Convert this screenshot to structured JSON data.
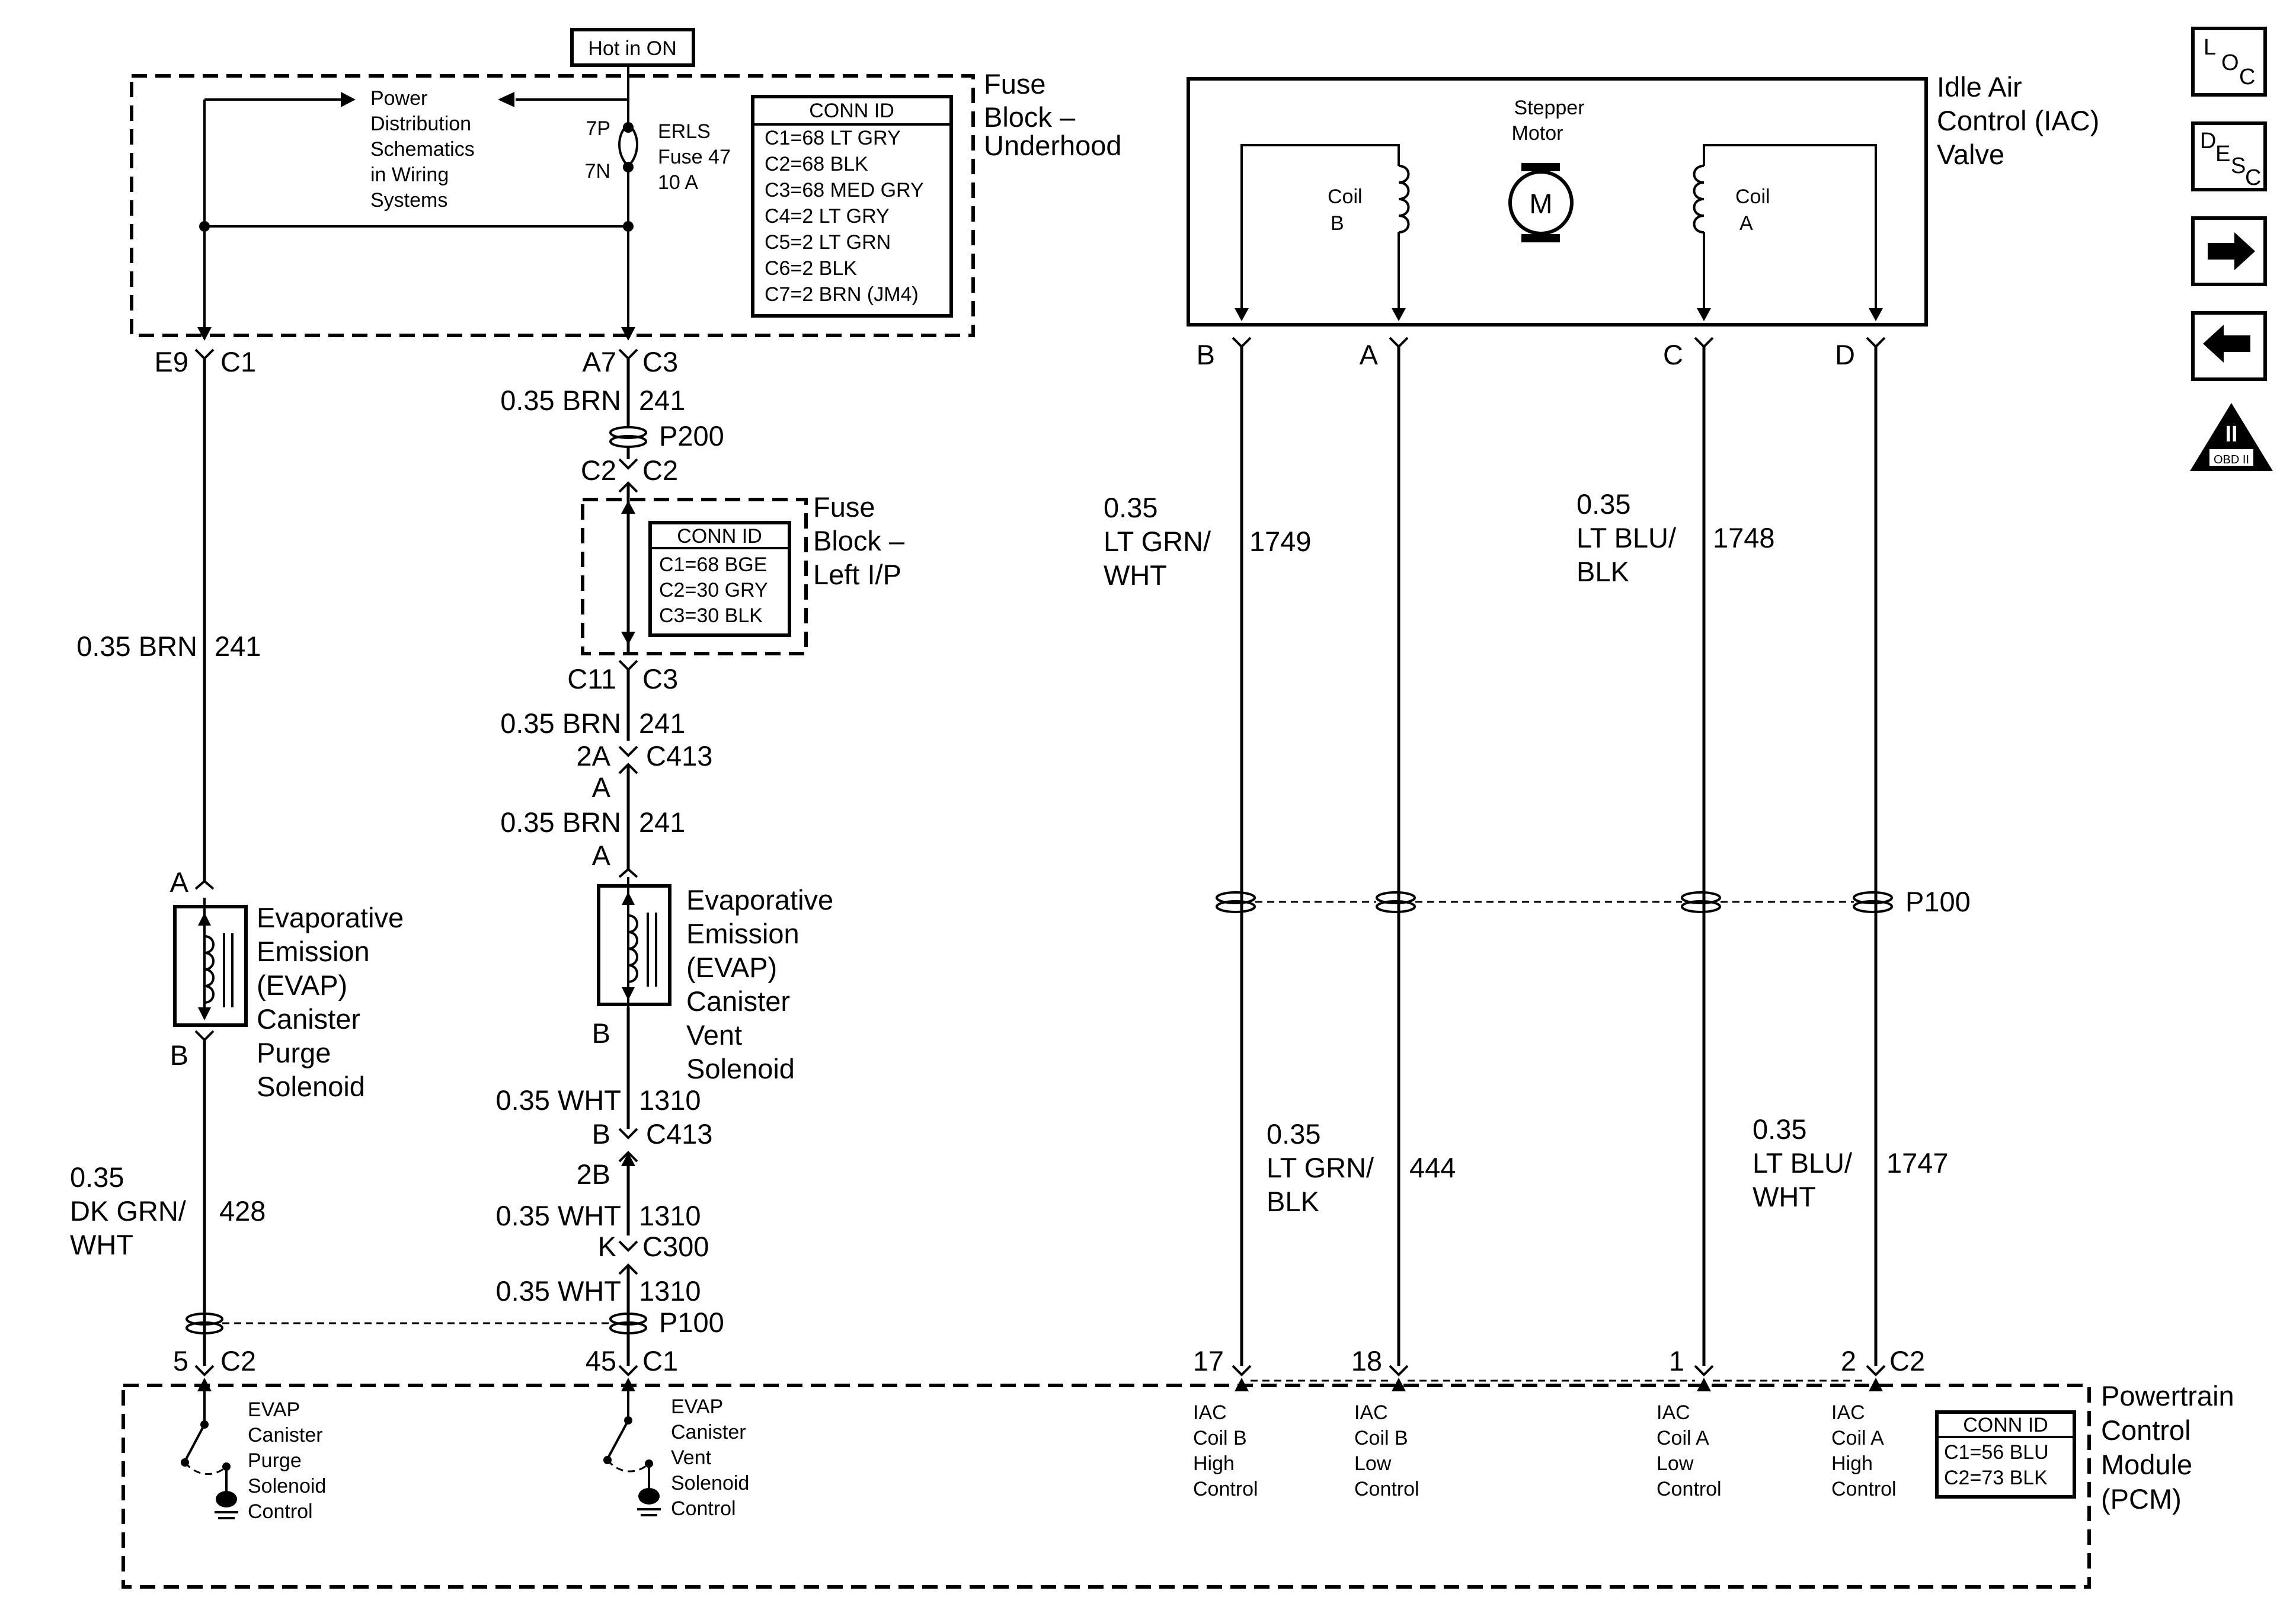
{
  "hot_in_on": "Hot in ON",
  "underhood": {
    "title": [
      "Fuse",
      "Block –",
      "Underhood"
    ],
    "pds_text": [
      "Power",
      "Distribution",
      "Schematics",
      "in Wiring",
      "Systems"
    ],
    "fuse_pins": [
      "7P",
      "7N"
    ],
    "fuse_label": [
      "ERLS",
      "Fuse 47",
      "10 A"
    ],
    "conn_header": "CONN ID",
    "conn_rows": [
      "C1=68 LT GRY",
      "C2=68 BLK",
      "C3=68 MED GRY",
      "C4=2 LT GRY",
      "C5=2 LT GRN",
      "C6=2 BLK",
      "C7=2 BRN (JM4)"
    ]
  },
  "left_ip": {
    "title": [
      "Fuse",
      "Block –",
      "Left I/P"
    ],
    "conn_header": "CONN ID",
    "conn_rows": [
      "C1=68 BGE",
      "C2=30 GRY",
      "C3=30 BLK"
    ]
  },
  "purge": {
    "top_pin": "E9",
    "top_conn": "C1",
    "wire_size": "0.35 BRN",
    "wire_num": "241",
    "pin_a": "A",
    "pin_b": "B",
    "name": [
      "Evaporative",
      "Emission",
      "(EVAP)",
      "Canister",
      "Purge",
      "Solenoid"
    ],
    "wire2_lines": [
      "0.35",
      "DK GRN/",
      "WHT"
    ],
    "wire2_num": "428",
    "pcm_pin": "5",
    "pcm_conn": "C2"
  },
  "vent": {
    "top_pin": "A7",
    "top_conn": "C3",
    "w1_size": "0.35 BRN",
    "w1_num": "241",
    "splice_p200": "P200",
    "c2_left": "C2",
    "c2_right": "C2",
    "c11": "C11",
    "c3": "C3",
    "w2_size": "0.35 BRN",
    "w2_num": "241",
    "c413_pin": "2A",
    "c413": "C413",
    "a_under": "A",
    "w3_size": "0.35 BRN",
    "w3_num": "241",
    "sol_a": "A",
    "sol_b": "B",
    "name": [
      "Evaporative",
      "Emission",
      "(EVAP)",
      "Canister",
      "Vent",
      "Solenoid"
    ],
    "w4_size": "0.35 WHT",
    "w4_num": "1310",
    "b_c413_pin": "B",
    "b_c413": "C413",
    "pin_2b": "2B",
    "w5_size": "0.35 WHT",
    "w5_num": "1310",
    "c300_pin": "K",
    "c300": "C300",
    "w6_size": "0.35 WHT",
    "w6_num": "1310",
    "splice_p100": "P100",
    "pcm_pin": "45",
    "pcm_conn": "C1"
  },
  "iac": {
    "title": [
      "Idle Air",
      "Control (IAC)",
      "Valve"
    ],
    "stepper": [
      "Stepper",
      "Motor"
    ],
    "motor_letter": "M",
    "coil_b": [
      "Coil",
      "B"
    ],
    "coil_a": [
      "Coil",
      "A"
    ],
    "pins": [
      "B",
      "A",
      "C",
      "D"
    ],
    "w1749": {
      "lines": [
        "0.35",
        "LT GRN/",
        "WHT"
      ],
      "num": "1749"
    },
    "w1748": {
      "lines": [
        "0.35",
        "LT BLU/",
        "BLK"
      ],
      "num": "1748"
    },
    "splice": "P100",
    "w444": {
      "lines": [
        "0.35",
        "LT GRN/",
        "BLK"
      ],
      "num": "444"
    },
    "w1747": {
      "lines": [
        "0.35",
        "LT BLU/",
        "WHT"
      ],
      "num": "1747"
    },
    "pcm_pins": [
      "17",
      "18",
      "1",
      "2"
    ],
    "pcm_conn": "C2"
  },
  "pcm": {
    "title": [
      "Powertrain",
      "Control",
      "Module",
      "(PCM)"
    ],
    "purge_ctrl": [
      "EVAP",
      "Canister",
      "Purge",
      "Solenoid",
      "Control"
    ],
    "vent_ctrl": [
      "EVAP",
      "Canister",
      "Vent",
      "Solenoid",
      "Control"
    ],
    "iac_ctrls": [
      [
        "IAC",
        "Coil B",
        "High",
        "Control"
      ],
      [
        "IAC",
        "Coil B",
        "Low",
        "Control"
      ],
      [
        "IAC",
        "Coil A",
        "Low",
        "Control"
      ],
      [
        "IAC",
        "Coil A",
        "High",
        "Control"
      ]
    ],
    "conn_header": "CONN ID",
    "conn_rows": [
      "C1=56 BLU",
      "C2=73 BLK"
    ]
  },
  "side_icons": {
    "loc": [
      "L",
      "O",
      "C"
    ],
    "desc": [
      "D",
      "E",
      "S",
      "C"
    ],
    "obd_symbol": "II",
    "obd_text": "OBD II",
    "icon_names": [
      "loc-icon",
      "desc-icon",
      "arrow-right-icon",
      "arrow-left-icon",
      "obd-ii-icon"
    ]
  }
}
